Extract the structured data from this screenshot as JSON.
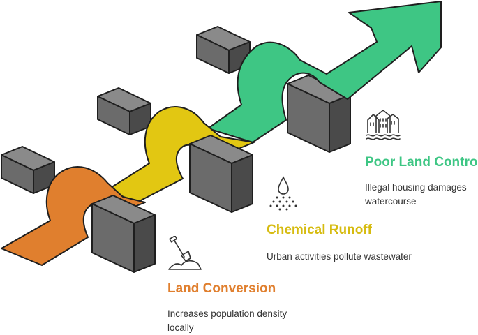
{
  "colors": {
    "land_conversion": "#e07f2e",
    "chemical_runoff": "#e2c712",
    "poor_land_control": "#3ec684",
    "block_front": "#6b6b6b",
    "block_top": "#8a8a8a",
    "block_side": "#4a4a4a",
    "outline": "#1e1e1e"
  },
  "steps": [
    {
      "title": "Land Conversion",
      "description": "Increases population density locally",
      "icon": "shovel-dirt-icon"
    },
    {
      "title": "Chemical Runoff",
      "description": "Urban activities pollute wastewater",
      "icon": "droplet-spray-icon"
    },
    {
      "title": "Poor Land Control",
      "description": "Illegal housing damages watercourse",
      "icon": "buildings-water-icon"
    }
  ]
}
